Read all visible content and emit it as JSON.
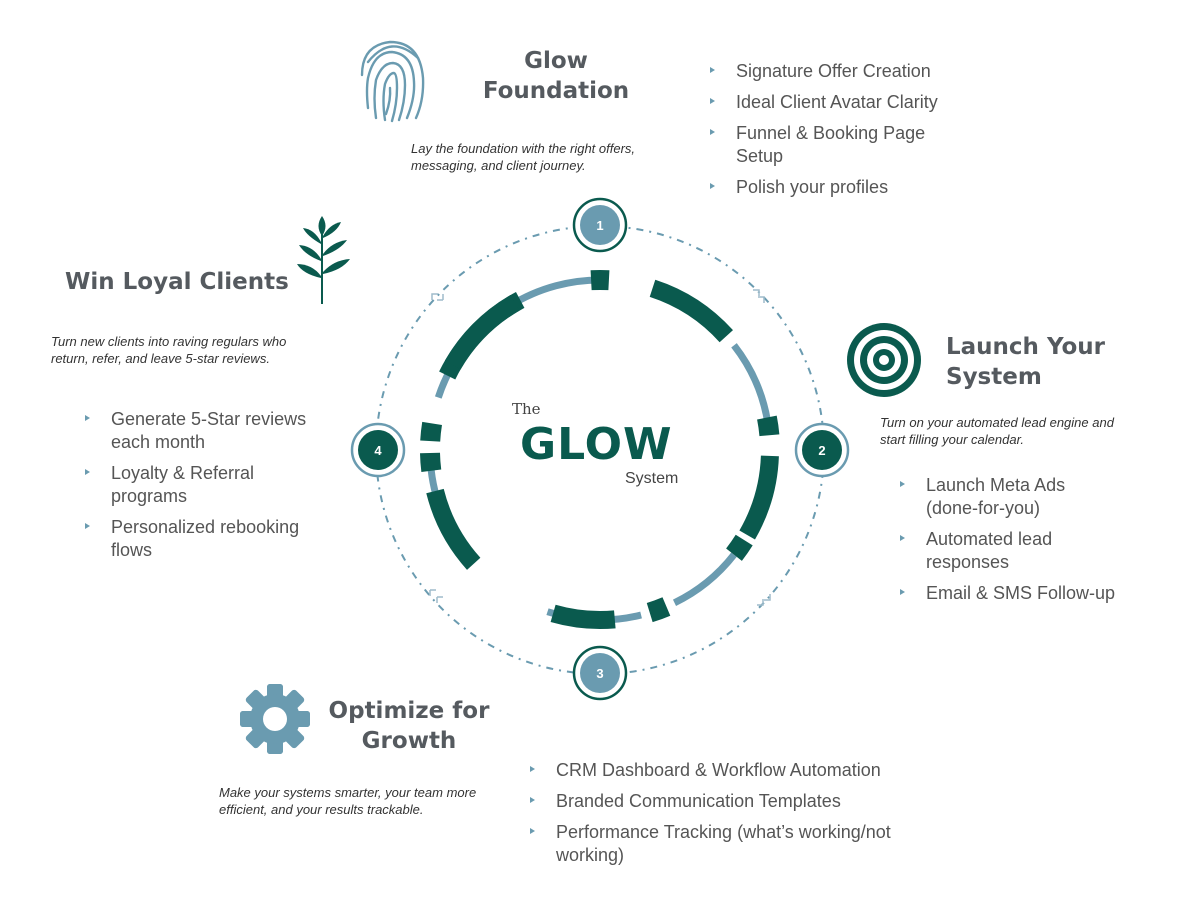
{
  "center": {
    "the": "The",
    "name": "GLOW",
    "system": "System"
  },
  "steps": [
    {
      "number": "1",
      "title_line1": "Glow",
      "title_line2": "Foundation",
      "icon": "fingerprint-icon",
      "description": "Lay the foundation with the right offers, messaging, and client journey.",
      "bullets": [
        "Signature Offer Creation",
        "Ideal Client Avatar Clarity",
        "Funnel & Booking Page Setup",
        "Polish your profiles"
      ]
    },
    {
      "number": "2",
      "title_line1": "Launch Your",
      "title_line2": "System",
      "icon": "target-icon",
      "description": "Turn on your automated lead engine and start filling your calendar.",
      "bullets": [
        "Launch Meta Ads (done-for-you)",
        "Automated lead responses",
        "Email & SMS Follow-up"
      ]
    },
    {
      "number": "3",
      "title_line1": "Optimize for",
      "title_line2": "Growth",
      "icon": "gear-icon",
      "description": "Make your systems smarter, your team more efficient, and your results trackable.",
      "bullets": [
        "CRM Dashboard & Workflow Automation",
        "Branded Communication Templates",
        "Performance Tracking (what’s working/not working)"
      ]
    },
    {
      "number": "4",
      "title_line1": "Win Loyal Clients",
      "title_line2": "",
      "icon": "plant-icon",
      "description": "Turn new clients into raving regulars who return, refer, and leave 5-star reviews.",
      "bullets": [
        "Generate 5-Star reviews each month",
        "Loyalty & Referral programs",
        "Personalized rebooking flows"
      ]
    }
  ],
  "colors": {
    "dark_green": "#0a5a4e",
    "steel_blue": "#6a9bb0",
    "text_gray": "#555555"
  }
}
